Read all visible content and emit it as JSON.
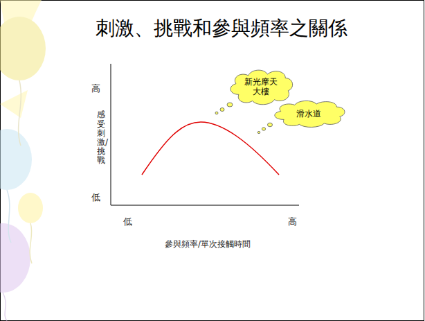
{
  "diagram": {
    "title": "刺激、挑戰和參與頻率之關係",
    "nodes": [
      {
        "text": [
          "新光摩天 大樓"
        ]
      },
      {
        "text": [
          "滑水道"
        ]
      }
    ],
    "labels": [
      "高",
      "低",
      "感受刺激/挑戰",
      "低",
      "高",
      "參與頻率/單次接觸時間"
    ]
  }
}
